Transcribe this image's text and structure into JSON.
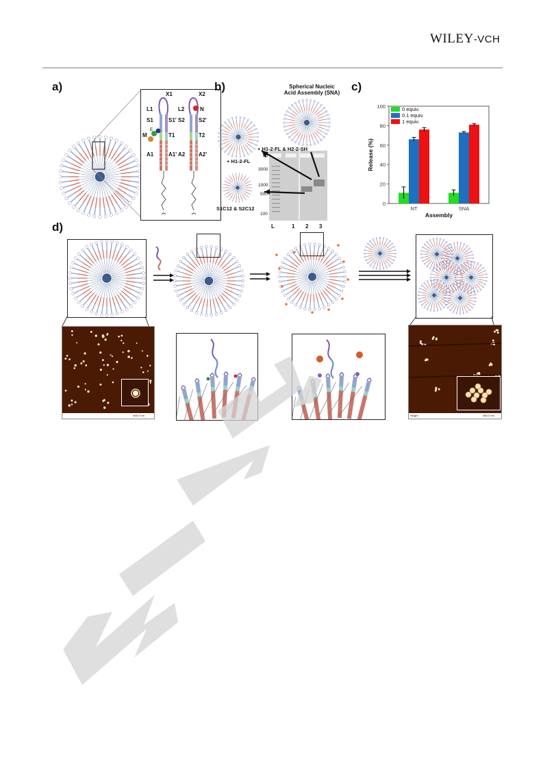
{
  "header": {
    "publisher_main": "WILEY",
    "publisher_sub": "-VCH"
  },
  "figure": {
    "panel_a": {
      "label": "a)",
      "strand_left": [
        "X1",
        "L1",
        "S1",
        "S1'",
        "M",
        "E",
        "T1",
        "A1",
        "A1'"
      ],
      "strand_right": [
        "X2",
        "L2",
        "N",
        "S2",
        "S2'",
        "T2",
        "A2",
        "A2'"
      ]
    },
    "panel_b": {
      "label": "b)",
      "title_line1": "Spherical Nucleic",
      "title_line2": "Acid Assembly (SNA)",
      "sna_caption": "+ H1-2-FL & H2-2-SH",
      "top_left_caption": "+ H1-2-FL",
      "bottom_left_caption": "S1C12 & S2C12",
      "gel_bp_label": "bp",
      "gel_markers": [
        "3000",
        "1000",
        "500",
        "100"
      ],
      "lane_labels": [
        "L",
        "1",
        "2",
        "3"
      ]
    },
    "panel_c": {
      "label": "c)"
    },
    "panel_d": {
      "label": "d)"
    }
  },
  "chart_data": {
    "type": "bar",
    "categories": [
      "NT",
      "SNA"
    ],
    "series": [
      {
        "name": "0 equiv.",
        "color": "#22dd22",
        "values": [
          11,
          11
        ],
        "errors": [
          6,
          3
        ]
      },
      {
        "name": "0.1 equiv.",
        "color": "#1f6fc0",
        "values": [
          66,
          73
        ],
        "errors": [
          2,
          1
        ]
      },
      {
        "name": "1 equiv.",
        "color": "#ee1111",
        "values": [
          76,
          81
        ],
        "errors": [
          2,
          1
        ]
      }
    ],
    "xlabel": "Assembly",
    "ylabel": "Release (%)",
    "ylim": [
      0,
      100
    ],
    "yticks": [
      0,
      20,
      40,
      60,
      80,
      100
    ],
    "legend_position": "top-left"
  },
  "afm": {
    "scale_left": "800.0 nm",
    "scale_right": "800.0 nm",
    "height_label": "Height"
  },
  "colors": {
    "core": "#3d5a8c",
    "stem_red": "#c8766c",
    "stem_blue": "#8fa6cf",
    "hairpin_purple": "#7a5aa8",
    "afm_bg": "#4a1a04",
    "watermark": "#cfcfcf"
  }
}
